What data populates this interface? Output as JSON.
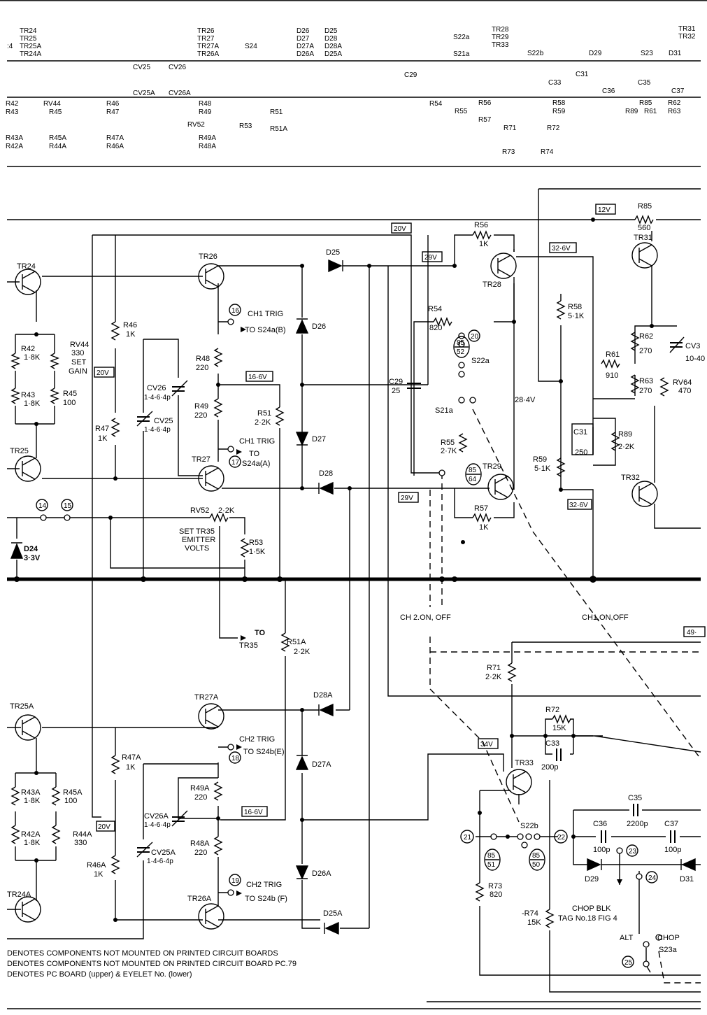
{
  "reference_table": {
    "row1": [
      "TR24",
      "TR25",
      ":4",
      "TR25A",
      "TR24A",
      "TR26",
      "TR27",
      "TR27A",
      "TR26A",
      "S24",
      "D26",
      "D27",
      "D27A",
      "D26A",
      "D25",
      "D28",
      "D28A",
      "D25A",
      "S22a",
      "S21a",
      "TR28",
      "TR29",
      "TR33",
      "S22b",
      "D29",
      "S23",
      "D31",
      "TR31",
      "TR32"
    ],
    "row2": [
      "CV25",
      "CV26",
      "CV25A",
      "CV26A",
      "C29",
      "C31",
      "C33",
      "C35",
      "C36",
      "C37"
    ],
    "row3": [
      "R42",
      "RV44",
      "R46",
      "R43",
      "R45",
      "R47",
      "R48",
      "R49",
      "RV52",
      "R53",
      "R51",
      "R51A",
      "R43A",
      "R45A",
      "R47A",
      "R42A",
      "R44A",
      "R46A",
      "R49A",
      "R48A",
      "R54",
      "R55",
      "R56",
      "R57",
      "R58",
      "R59",
      "R71",
      "R72",
      "R73",
      "R74",
      "R85",
      "R89",
      "R61",
      "R62",
      "R63"
    ]
  },
  "components": {
    "TR24": "TR24",
    "TR25": "TR25",
    "TR26": "TR26",
    "TR27": "TR27",
    "TR28": "TR28",
    "TR29": "TR29",
    "TR31": "TR31",
    "TR32": "TR32",
    "TR33": "TR33",
    "TR25A": "TR25A",
    "TR24A": "TR24A",
    "TR27A": "TR27A",
    "TR26A": "TR26A",
    "R42": "R42",
    "R42v": "1·8K",
    "R43": "R43",
    "R43v": "1·8K",
    "RV44": "RV44",
    "RV44v": "330",
    "SET_GAIN_1": "SET",
    "SET_GAIN_2": "GAIN",
    "R45": "R45",
    "R45v": "100",
    "R46": "R46",
    "R46v": "1K",
    "R47": "R47",
    "R47v": "1K",
    "R48": "R48",
    "R48v": "220",
    "R49": "R49",
    "R49v": "220",
    "CV26": "CV26",
    "CV26v": "1·4-6·4p",
    "CV25": "CV25",
    "CV25v": "1·4-6·4p",
    "R51": "R51",
    "R51v": "2·2K",
    "RV52": "RV52",
    "RV52v": "2·2K",
    "R53": "R53",
    "R53v": "1·5K",
    "RV52_note_1": "SET TR35",
    "RV52_note_2": "EMITTER",
    "RV52_note_3": "VOLTS",
    "D24": "D24",
    "D24v": "3·3V",
    "D25": "D25",
    "D26": "D26",
    "D27": "D27",
    "D28": "D28",
    "R54": "R54",
    "R54v": "820",
    "R55": "R55",
    "R55v": "2·7K",
    "R56": "R56",
    "R56v": "1K",
    "R57": "R57",
    "R57v": "1K",
    "R58": "R58",
    "R58v": "5·1K",
    "R59": "R59",
    "R59v": "5·1K",
    "R61": "R61",
    "R61v": "910",
    "R62": "R62",
    "R62v": "270",
    "R63": "R63",
    "R63v": "270",
    "R85": "R85",
    "R85v": "560",
    "R89": "R89",
    "R89v": "2·2K",
    "CV3": "CV3",
    "CV3v": "10-40",
    "RV64": "RV64",
    "RV64v": "470",
    "C29": "C29",
    "C29v": "25",
    "C31": "C31",
    "C31v": "250",
    "S22a": "S22a",
    "S21a": "S21a",
    "R51A": "R51A",
    "R51Av": "2·2K",
    "R47A": "R47A",
    "R47Av": "1K",
    "R43A": "R43A",
    "R43Av": "1·8K",
    "R45A": "R45A",
    "R45Av": "100",
    "R42A": "R42A",
    "R42Av": "1·8K",
    "R44A": "R44A",
    "R44Av": "330",
    "R46A": "R46A",
    "R46Av": "1K",
    "R49A": "R49A",
    "R49Av": "220",
    "R48A": "R48A",
    "R48Av": "220",
    "CV26A": "CV26A",
    "CV26Av": "1·4-6·4p",
    "CV25A": "CV25A",
    "CV25Av": "1·4-6·4p",
    "D28A": "D28A",
    "D27A": "D27A",
    "D26A": "D26A",
    "D25A": "D25A",
    "R71": "R71",
    "R71v": "2·2K",
    "R72": "R72",
    "R72v": "15K",
    "C33": "C33",
    "C33v": "200p",
    "C35": "C35",
    "C35v": "2200p",
    "C36": "C36",
    "C36v": "100p",
    "C37": "C37",
    "C37v": "100p",
    "D29": "D29",
    "D31": "D31",
    "R73": "R73",
    "R73v": "820",
    "R74": "-R74",
    "R74v": "15K",
    "S22b": "S22b",
    "S23a": "S23a"
  },
  "voltages": {
    "v20a": "20V",
    "v29a": "29V",
    "v326a": "32·6V",
    "v12": "12V",
    "v20b": "20V",
    "v166a": "16·6V",
    "v284": "28·4V",
    "v29b": "29V",
    "v326b": "32·6V",
    "v49": "49·",
    "v34": "34V",
    "v20c": "20V",
    "v166b": "16·6V"
  },
  "signals": {
    "ch1_trig_b_1": "CH1 TRIG",
    "ch1_trig_b_2": "TO S24a(B)",
    "ch1_trig_a_1": "CH1 TRIG",
    "ch1_trig_a_2": "TO",
    "ch1_trig_a_3": "S24a(A)",
    "to_tr35_1": "TO",
    "to_tr35_2": "TR35",
    "ch2_on_off": "CH 2.ON, OFF",
    "ch1_on_off": "CH1.ON,OFF",
    "ch2_trig_e_1": "CH2 TRIG",
    "ch2_trig_e_2": "TO S24b(E)",
    "ch2_trig_f_1": "CH2 TRIG",
    "ch2_trig_f_2": "TO S24b (F)",
    "chop_blk_1": "CHOP BLK",
    "chop_blk_2": "TAG No.18 FIG 4",
    "alt": "ALT",
    "chop": "CHOP"
  },
  "tags": {
    "t14": "14",
    "t15": "15",
    "t16": "16",
    "t17": "17",
    "t18": "18",
    "t19": "19",
    "t20": "20",
    "t21": "21",
    "t22": "22",
    "t23": "23",
    "t24": "24",
    "t25": "25"
  },
  "pcb_refs": {
    "p1u": "85",
    "p1l": "52",
    "p2u": "85",
    "p2l": "64",
    "p3u": "85",
    "p3l": "51",
    "p4u": "85",
    "p4l": "50"
  },
  "legend": [
    "DENOTES COMPONENTS NOT MOUNTED ON PRINTED CIRCUIT BOARDS",
    "DENOTES COMPONENTS NOT MOUNTED ON PRINTED CIRCUIT BOARD PC.79",
    "DENOTES PC BOARD (upper) & EYELET No. (lower)"
  ],
  "legend_visible": [
    "DENOTES COMPONENTS NOT MOUNTED ON PRINTED CIRCUIT BOARDS",
    "DENOTES COMPONENTS NOT MOUNTED ON PRINTED CIRCUIT BOARD PC.79",
    "DENOTES  PC BOARD (upper) & EYELET No. (lower)"
  ]
}
